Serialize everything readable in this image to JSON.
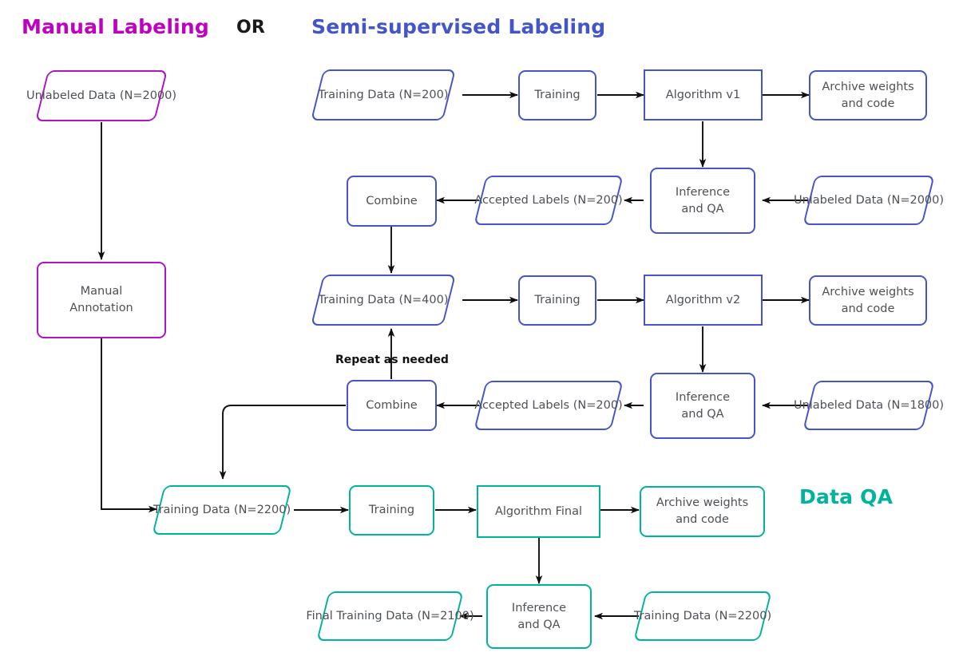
{
  "titles": {
    "manual": "Manual Labeling",
    "or": "OR",
    "semi": "Semi-supervised Labeling",
    "qa": "Data QA"
  },
  "colors": {
    "magenta": "#B013C0",
    "blue": "#4355C8",
    "teal": "#00B39B",
    "text": "#4d5156",
    "edge": "#0f0f0f",
    "background": "#ffffff"
  },
  "manual_flow": {
    "unlabeled_data": {
      "line1": "Unlabeled Data",
      "line2": "(N=2000)"
    },
    "manual_annotation": {
      "line1": "Manual",
      "line2": "Annotation"
    }
  },
  "semi_flow": {
    "round1": {
      "training_data": {
        "line1": "Training Data",
        "line2": "(N=200)"
      },
      "training": {
        "line1": "Training"
      },
      "algorithm": {
        "line1": "Algorithm v1"
      },
      "archive": {
        "line1": "Archive weights",
        "line2": "and code"
      },
      "inference": {
        "line1": "Inference",
        "line2": "and QA"
      },
      "unlabeled": {
        "line1": "Unlabeled Data",
        "line2": "(N=2000)"
      },
      "accepted": {
        "line1": "Accepted Labels",
        "line2": "(N=200)"
      },
      "combine": {
        "line1": "Combine"
      }
    },
    "round2": {
      "training_data": {
        "line1": "Training Data",
        "line2": "(N=400)"
      },
      "training": {
        "line1": "Training"
      },
      "algorithm": {
        "line1": "Algorithm v2"
      },
      "archive": {
        "line1": "Archive weights",
        "line2": "and code"
      },
      "inference": {
        "line1": "Inference",
        "line2": "and QA"
      },
      "unlabeled": {
        "line1": "Unlabeled Data",
        "line2": "(N=1800)"
      },
      "accepted": {
        "line1": "Accepted Labels",
        "line2": "(N=200)"
      },
      "combine": {
        "line1": "Combine"
      }
    },
    "repeat_label": "Repeat as needed"
  },
  "final_flow": {
    "training_data": {
      "line1": "Training Data",
      "line2": "(N=2200)"
    },
    "training": {
      "line1": "Training"
    },
    "algorithm": {
      "line1": "Algorithm Final"
    },
    "archive": {
      "line1": "Archive weights",
      "line2": "and code"
    },
    "inference": {
      "line1": "Inference",
      "line2": "and QA"
    },
    "qa_training_data": {
      "line1": "Training Data",
      "line2": "(N=2200)"
    },
    "final_training_data": {
      "line1": "Final Training Data",
      "line2": "(N=2100)"
    }
  }
}
